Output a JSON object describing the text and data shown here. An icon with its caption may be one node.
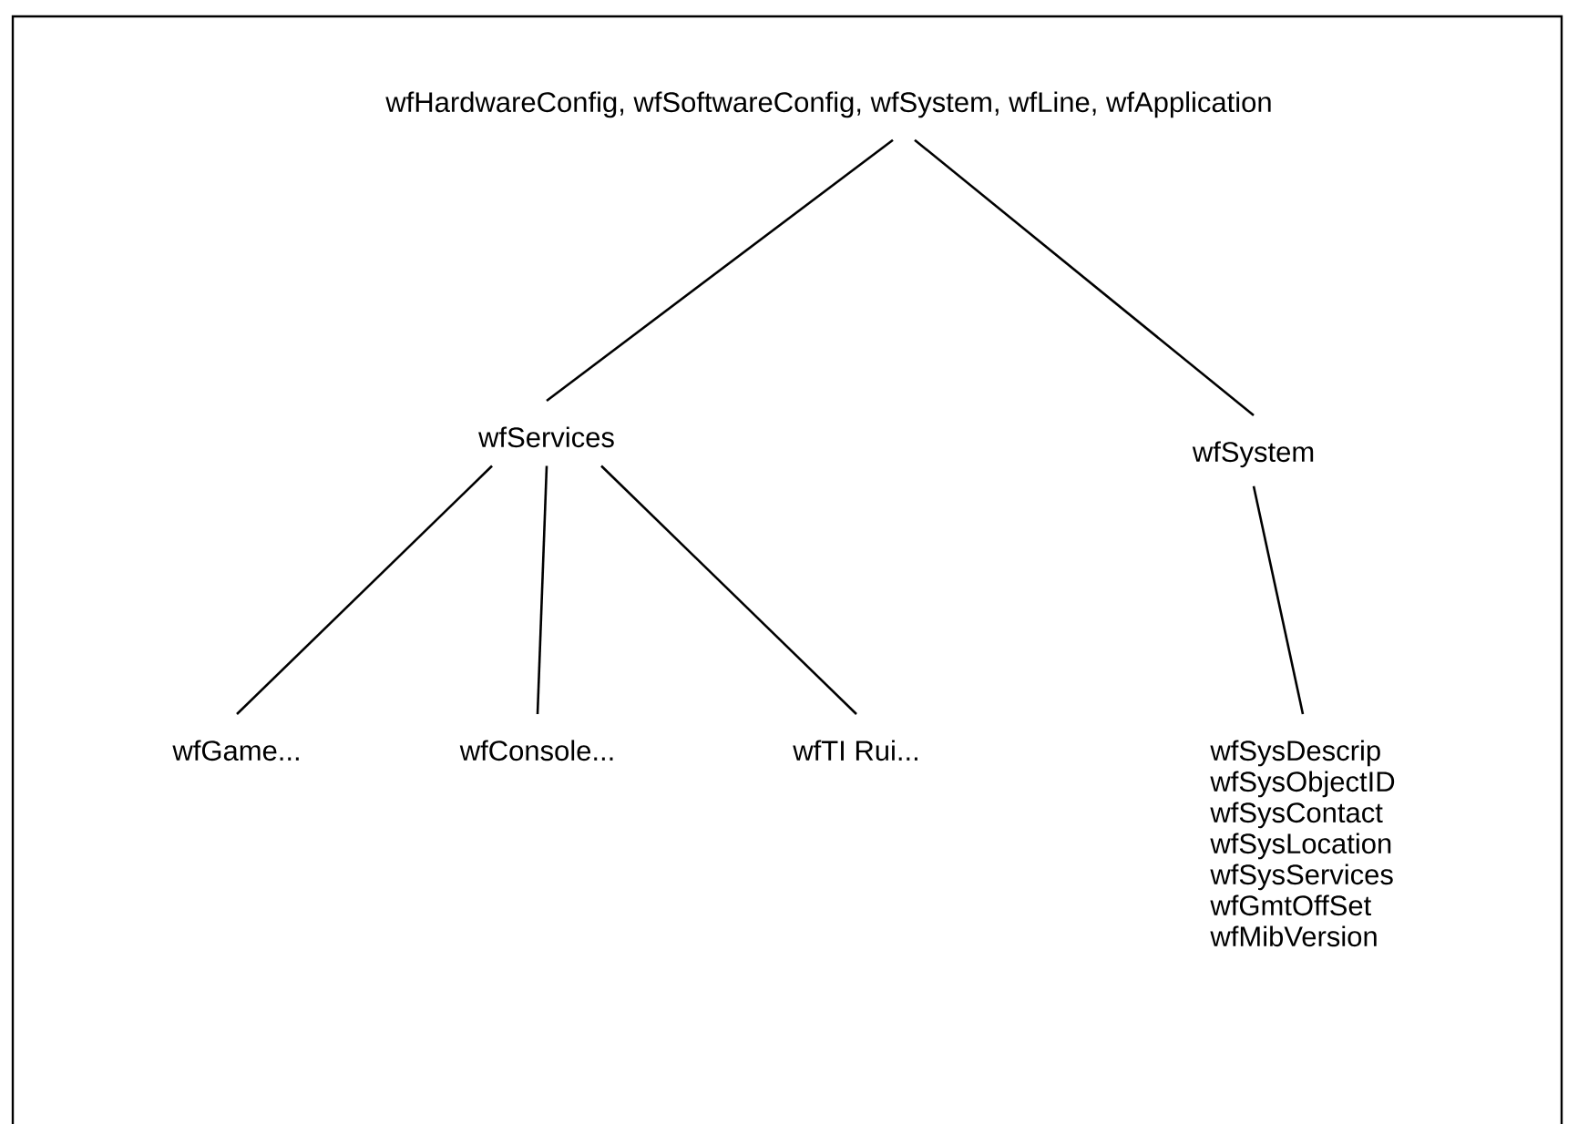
{
  "diagram": {
    "nodes": [
      {
        "text": [
          "wfHardwareConfig, wfSoftwareConfig, wfSystem, wfLine, wfApplication"
        ]
      },
      {
        "text": [
          "wfServices"
        ]
      },
      {
        "text": [
          "wfSystem"
        ]
      },
      {
        "text": [
          "wfGame..."
        ]
      },
      {
        "text": [
          "wfConsole..."
        ]
      },
      {
        "text": [
          "wfTI Rui..."
        ]
      },
      {
        "text": [
          "wfSysDescrip",
          "wfSysObjectID",
          "wfSysContact",
          "wfSysLocation",
          "wfSysServices",
          "wfGmtOffSet",
          "wfMibVersion"
        ]
      }
    ],
    "edges": [
      {
        "from": 0,
        "to": 1,
        "arrow": "none"
      },
      {
        "from": 0,
        "to": 2,
        "arrow": "none"
      },
      {
        "from": 1,
        "to": 3,
        "arrow": "none"
      },
      {
        "from": 1,
        "to": 4,
        "arrow": "none"
      },
      {
        "from": 1,
        "to": 5,
        "arrow": "none"
      },
      {
        "from": 2,
        "to": 6,
        "arrow": "none"
      }
    ]
  }
}
